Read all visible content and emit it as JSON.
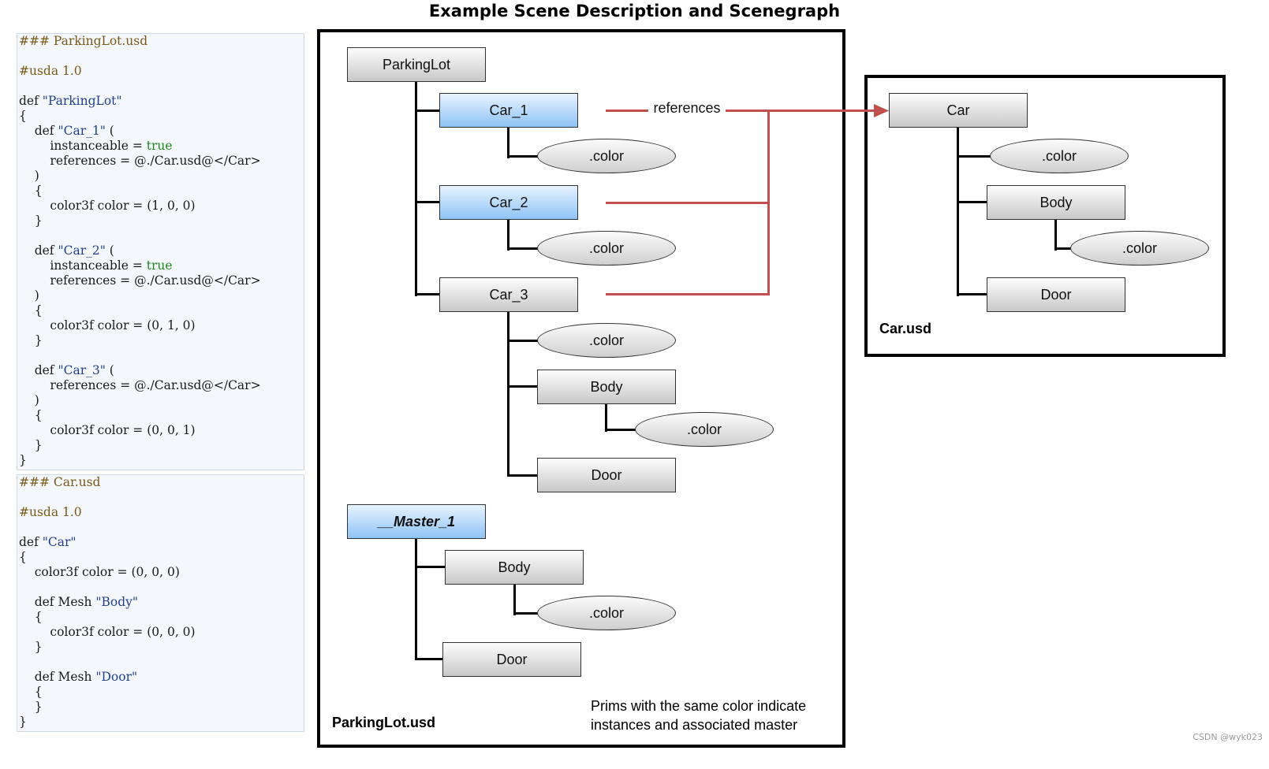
{
  "title": "Example Scene Description and Scenegraph",
  "code": {
    "parkinglot": [
      [
        [
          "c-cmt",
          "### ParkingLot.usd"
        ]
      ],
      [],
      [
        [
          "c-cmt",
          "#usda 1.0"
        ]
      ],
      [],
      [
        [
          "",
          "def "
        ],
        [
          "c-str",
          "\"ParkingLot\""
        ]
      ],
      [
        [
          "",
          "{"
        ]
      ],
      [
        [
          "",
          "    def "
        ],
        [
          "c-str",
          "\"Car_1\""
        ],
        [
          "",
          " ("
        ]
      ],
      [
        [
          "",
          "        instanceable = "
        ],
        [
          "c-kw",
          "true"
        ]
      ],
      [
        [
          "",
          "        references = @./Car.usd@</Car>"
        ]
      ],
      [
        [
          "",
          "    )"
        ]
      ],
      [
        [
          "",
          "    {"
        ]
      ],
      [
        [
          "",
          "        color3f color = (1, 0, 0)"
        ]
      ],
      [
        [
          "",
          "    }"
        ]
      ],
      [],
      [
        [
          "",
          "    def "
        ],
        [
          "c-str",
          "\"Car_2\""
        ],
        [
          "",
          " ("
        ]
      ],
      [
        [
          "",
          "        instanceable = "
        ],
        [
          "c-kw",
          "true"
        ]
      ],
      [
        [
          "",
          "        references = @./Car.usd@</Car>"
        ]
      ],
      [
        [
          "",
          "    )"
        ]
      ],
      [
        [
          "",
          "    {"
        ]
      ],
      [
        [
          "",
          "        color3f color = (0, 1, 0)"
        ]
      ],
      [
        [
          "",
          "    }"
        ]
      ],
      [],
      [
        [
          "",
          "    def "
        ],
        [
          "c-str",
          "\"Car_3\""
        ],
        [
          "",
          " ("
        ]
      ],
      [
        [
          "",
          "        references = @./Car.usd@</Car>"
        ]
      ],
      [
        [
          "",
          "    )"
        ]
      ],
      [
        [
          "",
          "    {"
        ]
      ],
      [
        [
          "",
          "        color3f color = (0, 0, 1)"
        ]
      ],
      [
        [
          "",
          "    }"
        ]
      ],
      [
        [
          "",
          "}"
        ]
      ]
    ],
    "car": [
      [
        [
          "c-cmt",
          "### Car.usd"
        ]
      ],
      [],
      [
        [
          "c-cmt",
          "#usda 1.0"
        ]
      ],
      [],
      [
        [
          "",
          "def "
        ],
        [
          "c-str",
          "\"Car\""
        ]
      ],
      [
        [
          "",
          "{"
        ]
      ],
      [
        [
          "",
          "    color3f color = (0, 0, 0)"
        ]
      ],
      [],
      [
        [
          "",
          "    def Mesh "
        ],
        [
          "c-str",
          "\"Body\""
        ]
      ],
      [
        [
          "",
          "    {"
        ]
      ],
      [
        [
          "",
          "        color3f color = (0, 0, 0)"
        ]
      ],
      [
        [
          "",
          "    }"
        ]
      ],
      [],
      [
        [
          "",
          "    def Mesh "
        ],
        [
          "c-str",
          "\"Door\""
        ]
      ],
      [
        [
          "",
          "    {"
        ]
      ],
      [
        [
          "",
          "    }"
        ]
      ],
      [
        [
          "",
          "}"
        ]
      ]
    ]
  },
  "diagram": {
    "parkinglot": "ParkingLot",
    "car_1": "Car_1",
    "car_2": "Car_2",
    "car_3": "Car_3",
    "master": "__Master_1",
    "color": ".color",
    "body": "Body",
    "door": "Door",
    "car": "Car",
    "references": "references",
    "parkinglot_file": "ParkingLot.usd",
    "car_file": "Car.usd",
    "note_line1": "Prims with the same color indicate",
    "note_line2": "instances and associated master"
  },
  "colors": {
    "instance_fill": "#8ec3f5",
    "reference_arrow": "#c0504d"
  },
  "watermark": "CSDN @wyk023"
}
